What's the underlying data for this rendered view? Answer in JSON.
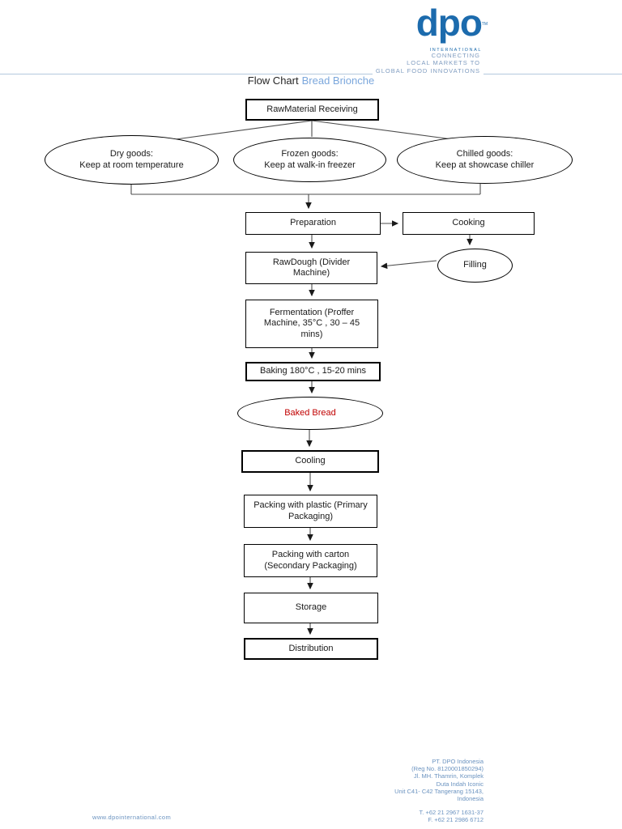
{
  "header": {
    "logo_text": "dpo",
    "logo_tm": "TM",
    "logo_subtext": "INTERNATIONAL",
    "tagline_line1": "CONNECTING",
    "tagline_line2": "LOCAL MARKETS TO",
    "tagline_line3": "GLOBAL FOOD INNOVATIONS"
  },
  "title": {
    "prefix": "Flow Chart",
    "highlight": "Bread Brionche"
  },
  "flowchart": {
    "nodes": {
      "raw_receiving": {
        "label": "RawMaterial Receiving",
        "shape": "rect"
      },
      "dry_goods": {
        "label": "Dry goods:\nKeep at room temperature",
        "shape": "ellipse"
      },
      "frozen_goods": {
        "label": "Frozen goods:\nKeep at walk-in freezer",
        "shape": "ellipse"
      },
      "chilled_goods": {
        "label": "Chilled goods:\nKeep at showcase chiller",
        "shape": "ellipse"
      },
      "preparation": {
        "label": "Preparation",
        "shape": "rect"
      },
      "cooking": {
        "label": "Cooking",
        "shape": "rect"
      },
      "raw_dough": {
        "label": "RawDough (Divider\nMachine)",
        "shape": "rect"
      },
      "filling": {
        "label": "Filling",
        "shape": "ellipse"
      },
      "fermentation": {
        "label": "Fermentation (Proffer\nMachine, 35°C , 30 – 45\nmins)",
        "shape": "rect"
      },
      "baking": {
        "label": "Baking 180°C , 15-20 mins",
        "shape": "rect"
      },
      "baked_bread": {
        "label": "Baked Bread",
        "shape": "ellipse",
        "text_color": "#c00000"
      },
      "cooling": {
        "label": "Cooling",
        "shape": "rect"
      },
      "packing_primary": {
        "label": "Packing with plastic (Primary\nPackaging)",
        "shape": "rect"
      },
      "packing_secondary": {
        "label": "Packing with carton\n(Secondary Packaging)",
        "shape": "rect"
      },
      "storage": {
        "label": "Storage",
        "shape": "rect"
      },
      "distribution": {
        "label": "Distribution",
        "shape": "rect"
      }
    }
  },
  "footer": {
    "address_line1": "PT. DPO Indonesia",
    "address_line2": "(Reg No. 8120001850294)",
    "address_line3": "Jl. MH. Thamrin, Komplek",
    "address_line4": "Duta Indah Iconic",
    "address_line5": "Unit C41- C42 Tangerang 15143,",
    "address_line6": "Indonesia",
    "phone": "T. +62 21 2967 1631-37",
    "fax": "F. +62 21 2986 6712",
    "website": "www.dpointernational.com"
  },
  "colors": {
    "logo_blue": "#1c6bad",
    "title_highlight_blue": "#7ba7dc",
    "tagline_blue": "#7f9cc0",
    "footer_blue": "#6b93c0",
    "baked_bread_red": "#c00000",
    "logo_underline_orange": "#f5a623",
    "rule_blue": "#b3c9de"
  }
}
